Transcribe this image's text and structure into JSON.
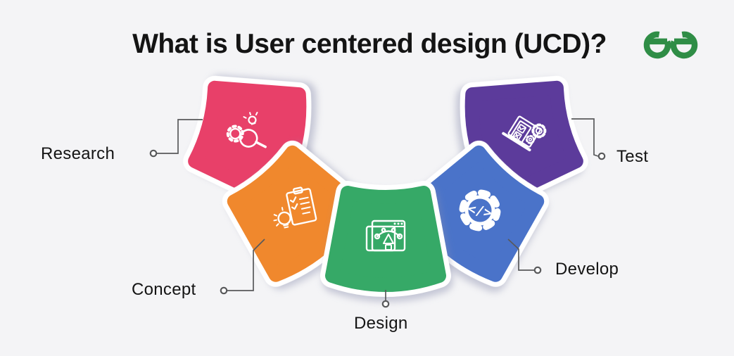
{
  "title": "What is User centered design (UCD)?",
  "logo": {
    "brand": "GeeksforGeeks",
    "color": "#2F8D46"
  },
  "colors": {
    "background": "#F4F4F6",
    "text": "#141414",
    "connector": "#58595B",
    "icon": "#FFFFFF"
  },
  "stages": [
    {
      "label": "Research",
      "color": "#E84069",
      "icon": "magnifier-gear-bulb-icon"
    },
    {
      "label": "Concept",
      "color": "#F0882D",
      "icon": "clipboard-checklist-bulb-icon"
    },
    {
      "label": "Design",
      "color": "#36A967",
      "icon": "window-pen-tool-icon"
    },
    {
      "label": "Develop",
      "color": "#4A73C9",
      "icon": "gear-code-icon",
      "icon_text": "</>"
    },
    {
      "label": "Test",
      "color": "#5C3B9B",
      "icon": "laptop-checklist-gears-icon"
    }
  ]
}
